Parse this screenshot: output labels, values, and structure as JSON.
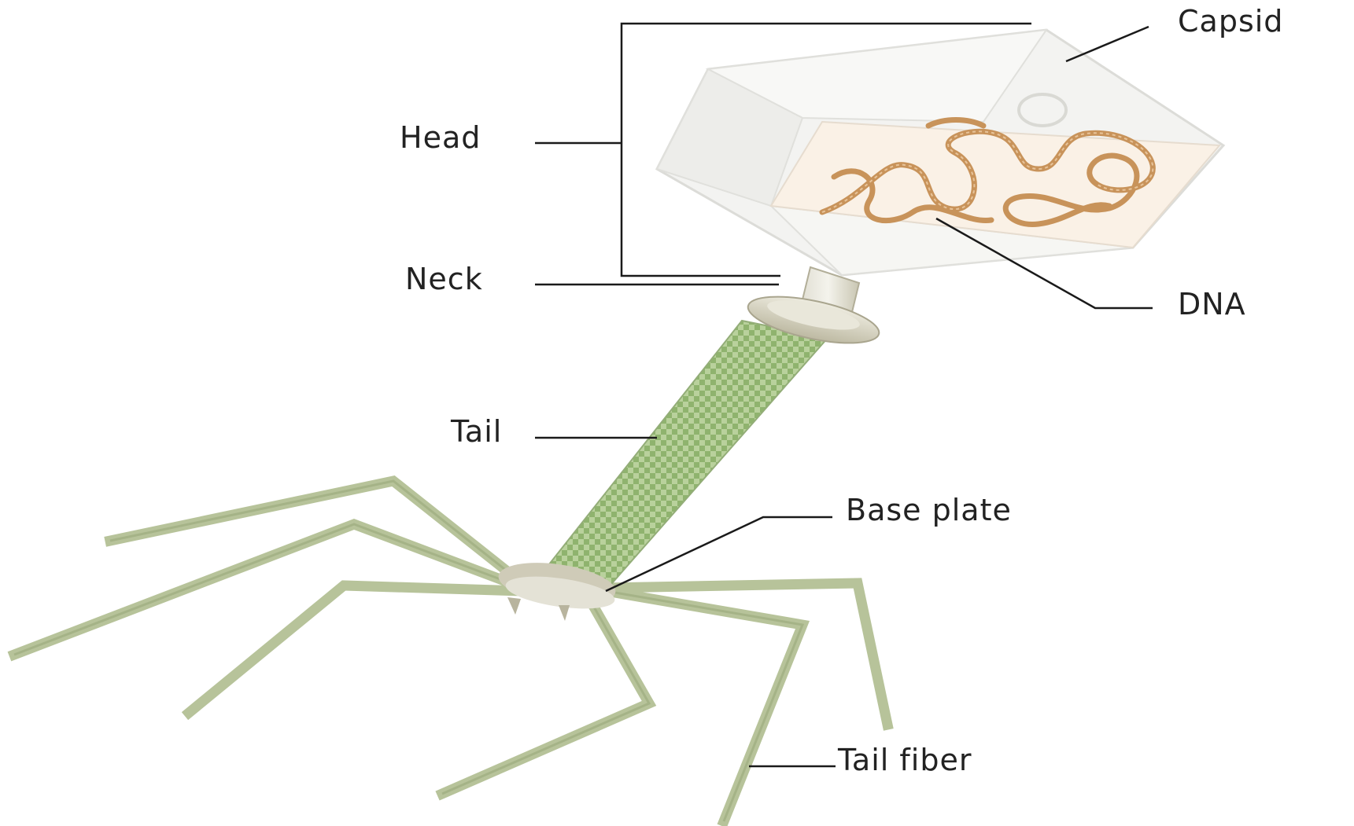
{
  "labels": {
    "capsid": "Capsid",
    "head": "Head",
    "neck": "Neck",
    "dna": "DNA",
    "tail": "Tail",
    "base_plate": "Base plate",
    "tail_fiber": "Tail fiber"
  },
  "colors": {
    "capsid_face": "#f3f3f1",
    "capsid_edge": "#dcdcd8",
    "dna": "#c8935a",
    "tail_sheath": "#a9c58b",
    "collar": "#d8d6c4",
    "fiber": "#b7c39a",
    "leader_line": "#1a1a1a"
  }
}
